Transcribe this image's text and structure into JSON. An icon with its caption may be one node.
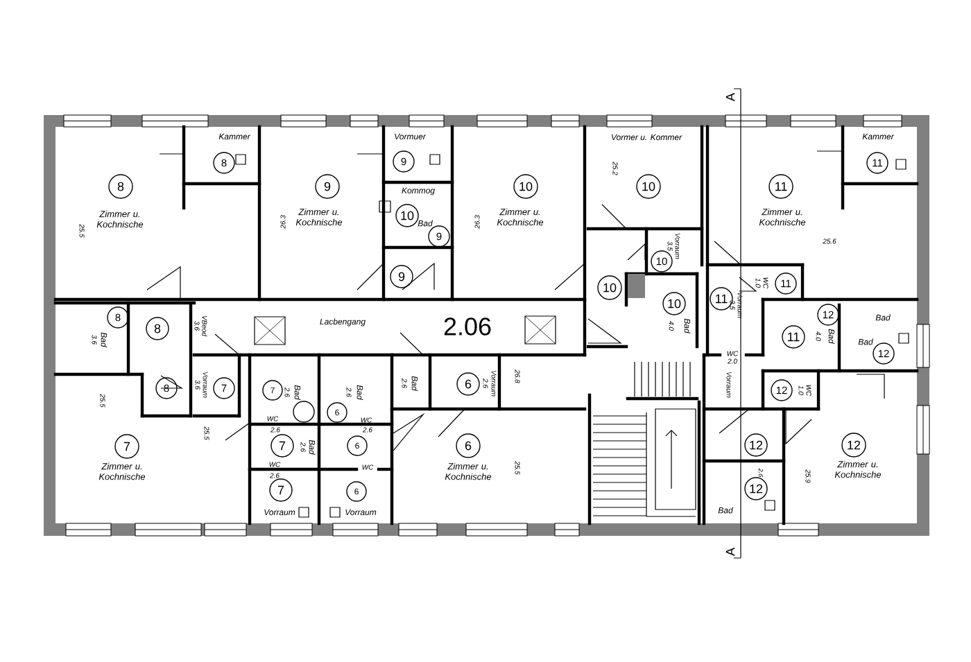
{
  "diagram": {
    "nodes": [
      {
        "text": [
          "8"
        ]
      },
      {
        "text": [
          "8"
        ]
      },
      {
        "text": [
          "9"
        ]
      },
      {
        "text": [
          "9"
        ]
      },
      {
        "text": [
          "10"
        ]
      },
      {
        "text": [
          "9"
        ]
      },
      {
        "text": [
          "9"
        ]
      },
      {
        "text": [
          "10"
        ]
      },
      {
        "text": [
          "10"
        ]
      },
      {
        "text": [
          "10"
        ]
      },
      {
        "text": [
          "10"
        ]
      },
      {
        "text": [
          "10"
        ]
      },
      {
        "text": [
          "11"
        ]
      },
      {
        "text": [
          "11"
        ]
      },
      {
        "text": [
          "11"
        ]
      },
      {
        "text": [
          "11"
        ]
      },
      {
        "text": [
          "12"
        ]
      },
      {
        "text": [
          "11"
        ]
      },
      {
        "text": [
          "12"
        ]
      },
      {
        "text": [
          "8"
        ]
      },
      {
        "text": [
          "8"
        ]
      },
      {
        "text": [
          "8"
        ]
      },
      {
        "text": [
          "7"
        ]
      },
      {
        "text": [
          "7"
        ]
      },
      {
        "text": [],
        "shape": "circle"
      },
      {
        "text": [
          "6"
        ]
      },
      {
        "text": [
          "7"
        ]
      },
      {
        "text": [
          "6"
        ]
      },
      {
        "text": [
          "7"
        ]
      },
      {
        "text": [
          "6"
        ]
      },
      {
        "text": [
          "6"
        ]
      },
      {
        "text": [
          "6"
        ]
      },
      {
        "text": [
          "7"
        ]
      },
      {
        "text": [
          "12"
        ]
      },
      {
        "text": [
          "12"
        ]
      },
      {
        "text": [
          "12"
        ]
      },
      {
        "text": [
          "12"
        ]
      }
    ],
    "labels": [
      "A",
      "Kammer",
      "Vormuer",
      "Vormer u. Kommer",
      "Kammer",
      "25.2",
      "Kommog",
      "Zimmer u. Kochnische",
      "Zimmer u. Kochnische",
      "Zimmer u. Kochnische",
      "Zimmer u. Kochnische",
      "Bad",
      "25.5",
      "26.3",
      "26.3",
      "25.6",
      "Vorraum",
      "3.5",
      "WC",
      "1.0",
      "Vorraum",
      "3.5",
      "Bad",
      "Lacbengang",
      "2.06",
      "Bad",
      "4.0",
      "Bad",
      "3.6",
      "VBeod",
      "3.6",
      "Bad",
      "4.0",
      "Bad",
      "WC",
      "2.0",
      "26.8",
      "Bad",
      "2.6",
      "Vorraum",
      "2.6",
      "Vorraum",
      "3.6",
      "Vorraum",
      "WC",
      "1.0",
      "Bad",
      "2.6",
      "Bad",
      "2.6",
      "25.5",
      "WC",
      "2.6",
      "WC",
      "2.6",
      "25.5",
      "Bad",
      "2.6",
      "WC",
      "2.6",
      "WC",
      "Zimmer u. Kochnische",
      "Zimmer u. Kochnische",
      "Zimmer u. Kochnische",
      "25.5",
      "2.6",
      "25.9",
      "Bad",
      "Vorraum",
      "Vorraum",
      "A"
    ]
  }
}
